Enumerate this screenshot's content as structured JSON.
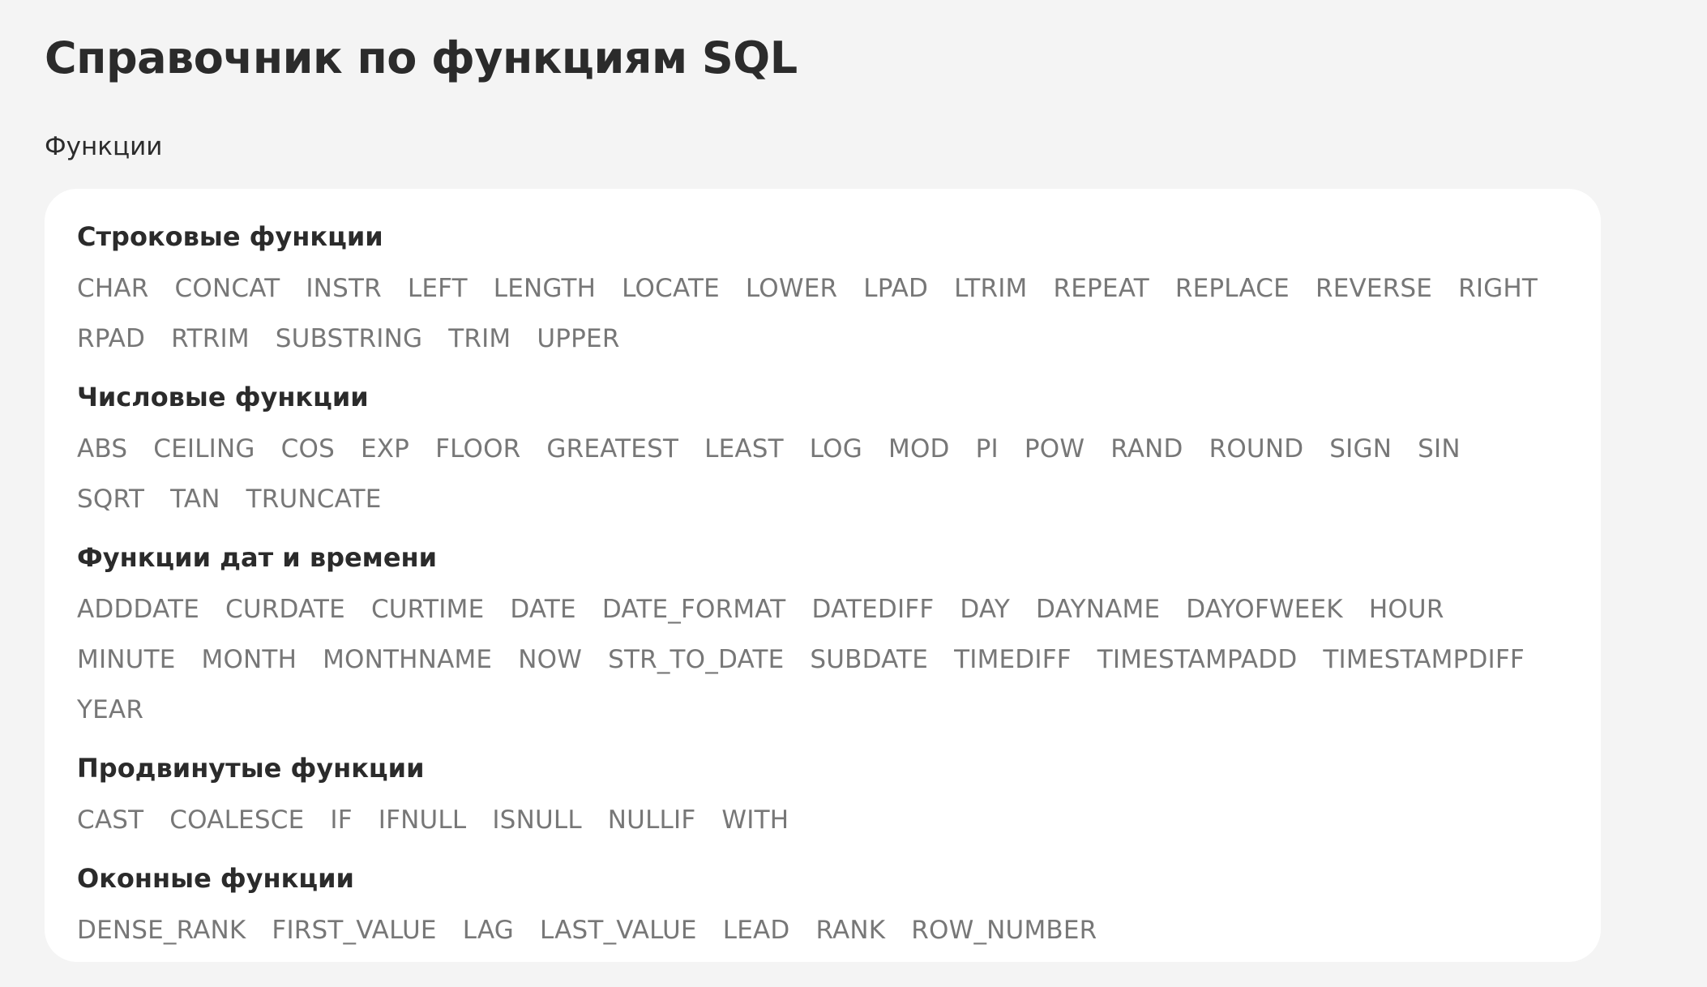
{
  "page": {
    "title": "Справочник по функциям SQL",
    "section_label": "Функции"
  },
  "groups": [
    {
      "heading": "Строковые функции",
      "functions": [
        "CHAR",
        "CONCAT",
        "INSTR",
        "LEFT",
        "LENGTH",
        "LOCATE",
        "LOWER",
        "LPAD",
        "LTRIM",
        "REPEAT",
        "REPLACE",
        "REVERSE",
        "RIGHT",
        "RPAD",
        "RTRIM",
        "SUBSTRING",
        "TRIM",
        "UPPER"
      ]
    },
    {
      "heading": "Числовые функции",
      "functions": [
        "ABS",
        "CEILING",
        "COS",
        "EXP",
        "FLOOR",
        "GREATEST",
        "LEAST",
        "LOG",
        "MOD",
        "PI",
        "POW",
        "RAND",
        "ROUND",
        "SIGN",
        "SIN",
        "SQRT",
        "TAN",
        "TRUNCATE"
      ]
    },
    {
      "heading": "Функции дат и времени",
      "functions": [
        "ADDDATE",
        "CURDATE",
        "CURTIME",
        "DATE",
        "DATE_FORMAT",
        "DATEDIFF",
        "DAY",
        "DAYNAME",
        "DAYOFWEEK",
        "HOUR",
        "MINUTE",
        "MONTH",
        "MONTHNAME",
        "NOW",
        "STR_TO_DATE",
        "SUBDATE",
        "TIMEDIFF",
        "TIMESTAMPADD",
        "TIMESTAMPDIFF",
        "YEAR"
      ]
    },
    {
      "heading": "Продвинутые функции",
      "functions": [
        "CAST",
        "COALESCE",
        "IF",
        "IFNULL",
        "ISNULL",
        "NULLIF",
        "WITH"
      ]
    },
    {
      "heading": "Оконные функции",
      "functions": [
        "DENSE_RANK",
        "FIRST_VALUE",
        "LAG",
        "LAST_VALUE",
        "LEAD",
        "RANK",
        "ROW_NUMBER"
      ]
    }
  ],
  "colors": {
    "background": "#f4f4f4",
    "card": "#ffffff",
    "text": "#2b2b2b",
    "link": "#777777"
  }
}
